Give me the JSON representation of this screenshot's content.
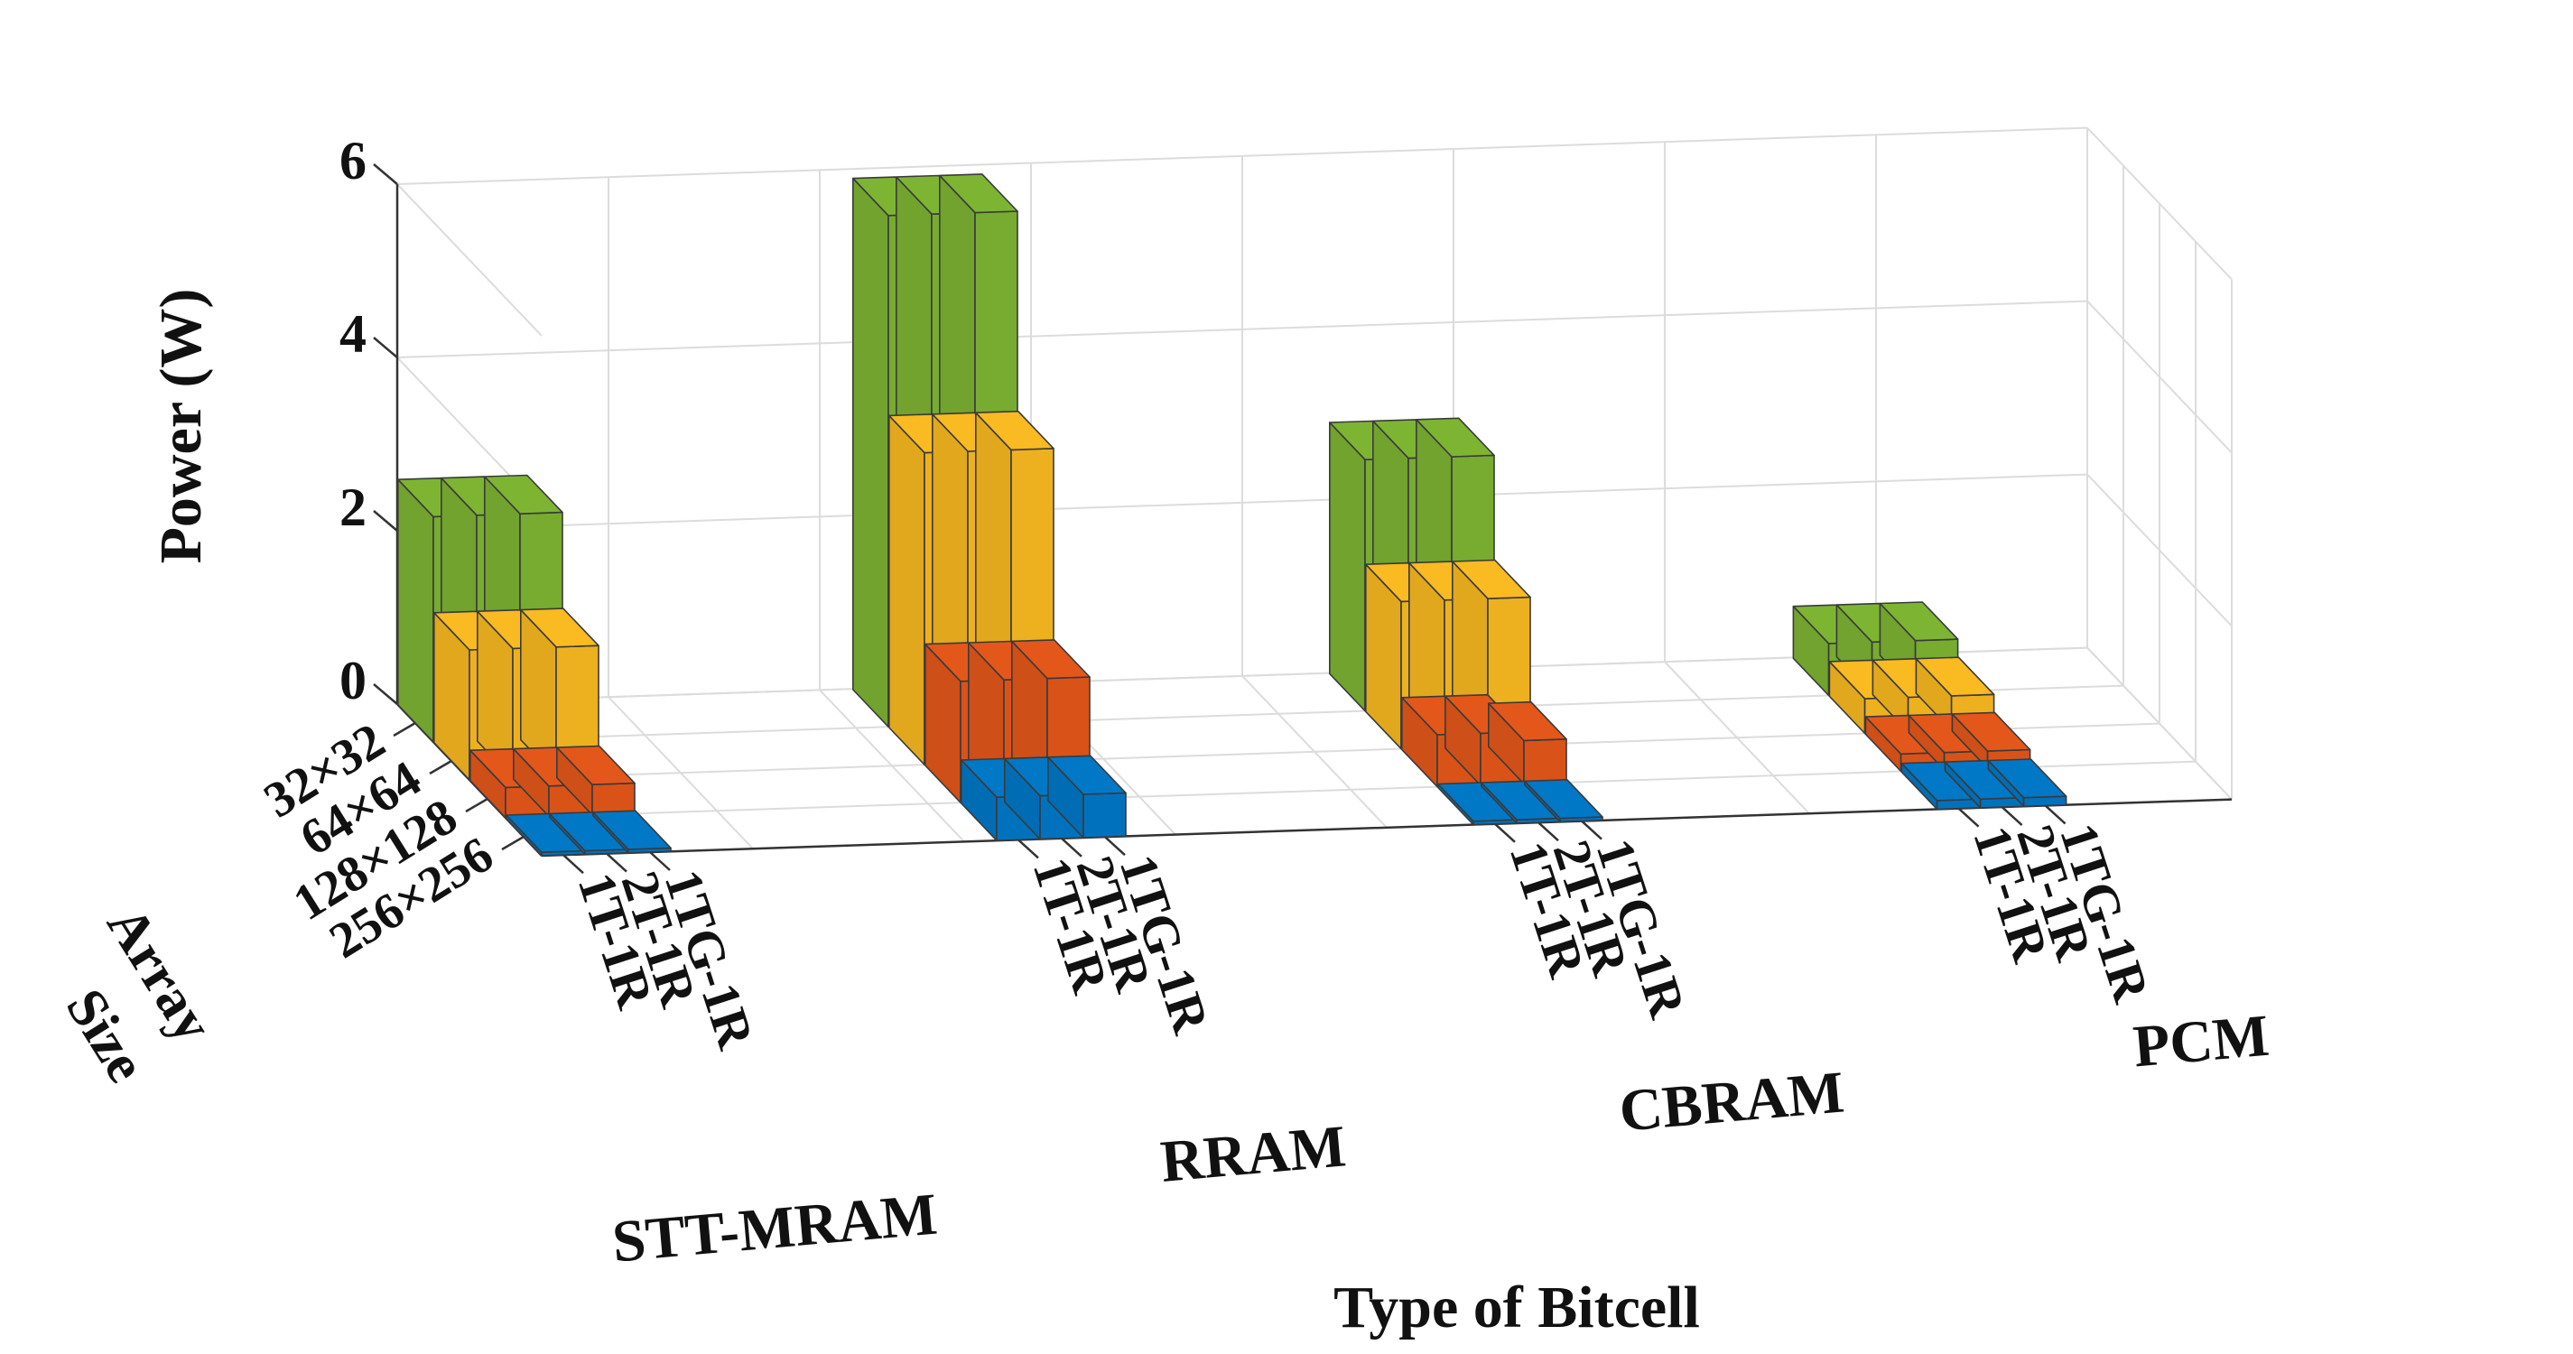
{
  "chart_data": {
    "type": "bar3d",
    "zlabel": "Power (W)",
    "xlabel": "Type of Bitcell",
    "ylabel": "Array Size",
    "zlim": [
      0,
      6
    ],
    "zticks": [
      "0",
      "2",
      "4",
      "6"
    ],
    "grid": true,
    "groups": [
      {
        "name": "STT-MRAM",
        "bitcells": [
          "1T-1R",
          "2T-1R",
          "1TG-1R"
        ],
        "values": {
          "32×32": [
            2.6,
            2.6,
            2.6
          ],
          "64×64": [
            1.5,
            1.5,
            1.5
          ],
          "128×128": [
            0.35,
            0.35,
            0.35
          ],
          "256×256": [
            0.0,
            0.0,
            0.0
          ]
        }
      },
      {
        "name": "RRAM",
        "bitcells": [
          "1T-1R",
          "2T-1R",
          "1TG-1R"
        ],
        "values": {
          "32×32": [
            5.9,
            5.9,
            5.9
          ],
          "64×64": [
            3.6,
            3.6,
            3.6
          ],
          "128×128": [
            1.4,
            1.4,
            1.4
          ],
          "256×256": [
            0.5,
            0.5,
            0.5
          ]
        }
      },
      {
        "name": "CBRAM",
        "bitcells": [
          "1T-1R",
          "2T-1R",
          "1TG-1R"
        ],
        "values": {
          "32×32": [
            2.9,
            2.9,
            2.9
          ],
          "64×64": [
            1.7,
            1.7,
            1.7
          ],
          "128×128": [
            0.6,
            0.6,
            0.5
          ],
          "256×256": [
            0.0,
            0.0,
            0.0
          ]
        }
      },
      {
        "name": "PCM",
        "bitcells": [
          "1T-1R",
          "2T-1R",
          "1TG-1R"
        ],
        "values": {
          "32×32": [
            0.6,
            0.6,
            0.6
          ],
          "64×64": [
            0.4,
            0.4,
            0.4
          ],
          "128×128": [
            0.2,
            0.2,
            0.2
          ],
          "256×256": [
            0.1,
            0.1,
            0.1
          ]
        }
      }
    ],
    "array_sizes": [
      "32×32",
      "64×64",
      "128×128",
      "256×256"
    ],
    "colors": {
      "32×32": "#77AC30",
      "64×64": "#EDB120",
      "128×128": "#D95319",
      "256×256": "#0072BD"
    }
  }
}
